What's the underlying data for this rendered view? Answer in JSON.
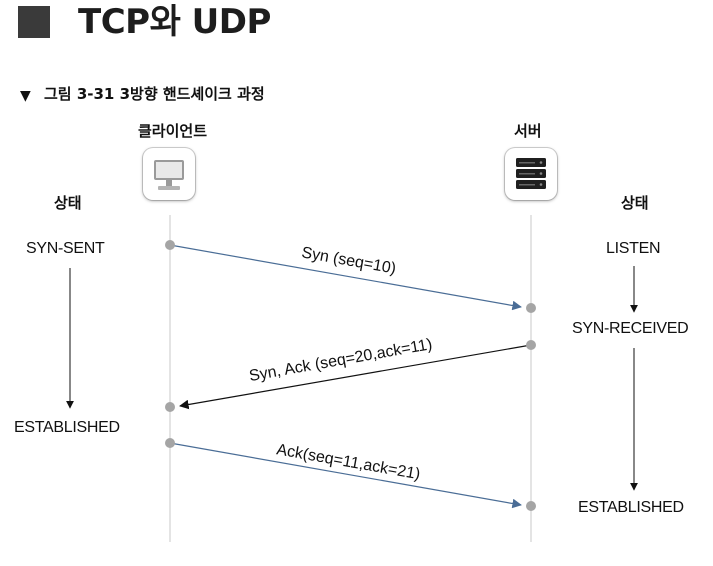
{
  "title": "TCP와 UDP",
  "caption": "그림 3-31 3방향 핸드셰이크 과정",
  "client": {
    "label": "클라이언트",
    "state_header": "상태",
    "states": [
      "SYN-SENT",
      "ESTABLISHED"
    ]
  },
  "server": {
    "label": "서버",
    "state_header": "상태",
    "states": [
      "LISTEN",
      "SYN-RECEIVED",
      "ESTABLISHED"
    ]
  },
  "messages": [
    {
      "label": "Syn (seq=10)",
      "direction": "client-to-server"
    },
    {
      "label": "Syn, Ack (seq=20,ack=11)",
      "direction": "server-to-client"
    },
    {
      "label": "Ack(seq=11,ack=21)",
      "direction": "client-to-server"
    }
  ],
  "colors": {
    "blue_arrow": "#4a6d96",
    "dark_arrow": "#111111",
    "lifeline": "#c9c9c9",
    "dot": "#a5a5a5"
  },
  "icons": {
    "client": "desktop-computer-icon",
    "server": "server-rack-icon"
  }
}
